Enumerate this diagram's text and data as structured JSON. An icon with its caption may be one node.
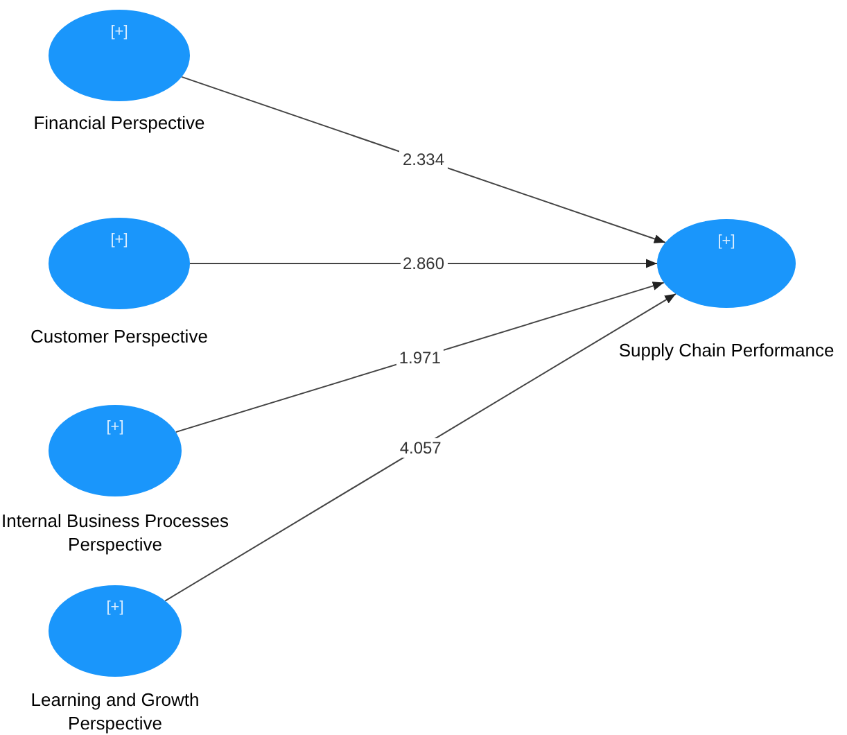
{
  "diagram": {
    "nodes": [
      {
        "text": [
          "[+]"
        ],
        "beside": [
          "Financial Perspective"
        ]
      },
      {
        "text": [
          "[+]"
        ],
        "beside": [
          "Customer Perspective"
        ]
      },
      {
        "text": [
          "[+]"
        ],
        "beside": [
          "Internal Business Processes Perspective"
        ]
      },
      {
        "text": [
          "[+]"
        ],
        "beside": [
          "Learning and Growth Perspective"
        ]
      },
      {
        "text": [
          "[+]"
        ],
        "beside": [
          "Supply Chain Performance"
        ]
      }
    ],
    "edges": [
      {
        "from": 0,
        "to": 4,
        "arrow": "to",
        "label": "2.334"
      },
      {
        "from": 1,
        "to": 4,
        "arrow": "to",
        "label": "2.860"
      },
      {
        "from": 2,
        "to": 4,
        "arrow": "to",
        "label": "1.971"
      },
      {
        "from": 3,
        "to": 4,
        "arrow": "to",
        "label": "4.057"
      }
    ]
  }
}
